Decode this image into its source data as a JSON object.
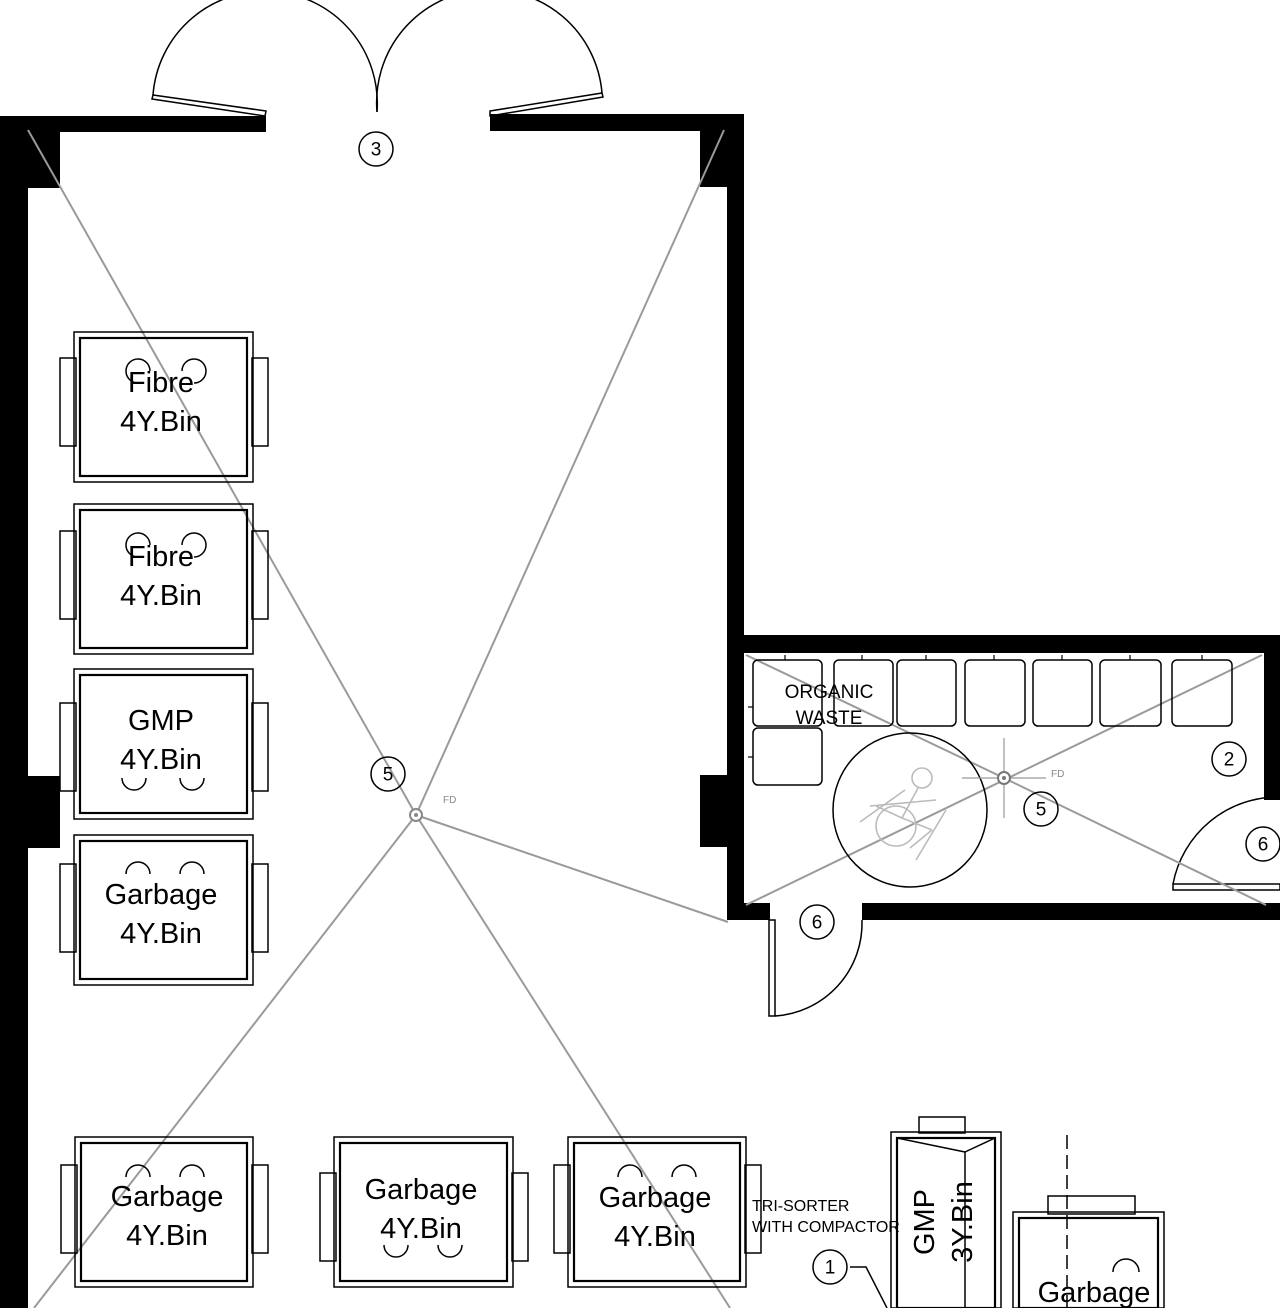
{
  "bins": {
    "fibre_1": {
      "line1": "Fibre",
      "line2": "4Y.Bin"
    },
    "fibre_2": {
      "line1": "Fibre",
      "line2": "4Y.Bin"
    },
    "gmp_1": {
      "line1": "GMP",
      "line2": "4Y.Bin"
    },
    "garbage_1": {
      "line1": "Garbage",
      "line2": "4Y.Bin"
    },
    "garbage_2": {
      "line1": "Garbage",
      "line2": "4Y.Bin"
    },
    "garbage_3": {
      "line1": "Garbage",
      "line2": "4Y.Bin"
    },
    "garbage_4": {
      "line1": "Garbage",
      "line2": "4Y.Bin"
    },
    "gmp_3y": {
      "line1": "GMP",
      "line2": "3Y.Bin"
    },
    "garbage_partial": {
      "line1": "Garbage"
    }
  },
  "labels": {
    "organic_line1": "ORGANIC",
    "organic_line2": "WASTE",
    "tri_sorter_line1": "TRI-SORTER",
    "tri_sorter_line2": "WITH COMPACTOR",
    "floor_drain_main": "FD",
    "floor_drain_organic": "FD"
  },
  "tags": {
    "door_main": "3",
    "drain_main": "5",
    "organic_room": "2",
    "drain_organic": "5",
    "door_right": "6",
    "door_organic": "6",
    "tri_sorter": "1"
  },
  "icons": {
    "accessible": "wheelchair-accessible-symbol"
  }
}
